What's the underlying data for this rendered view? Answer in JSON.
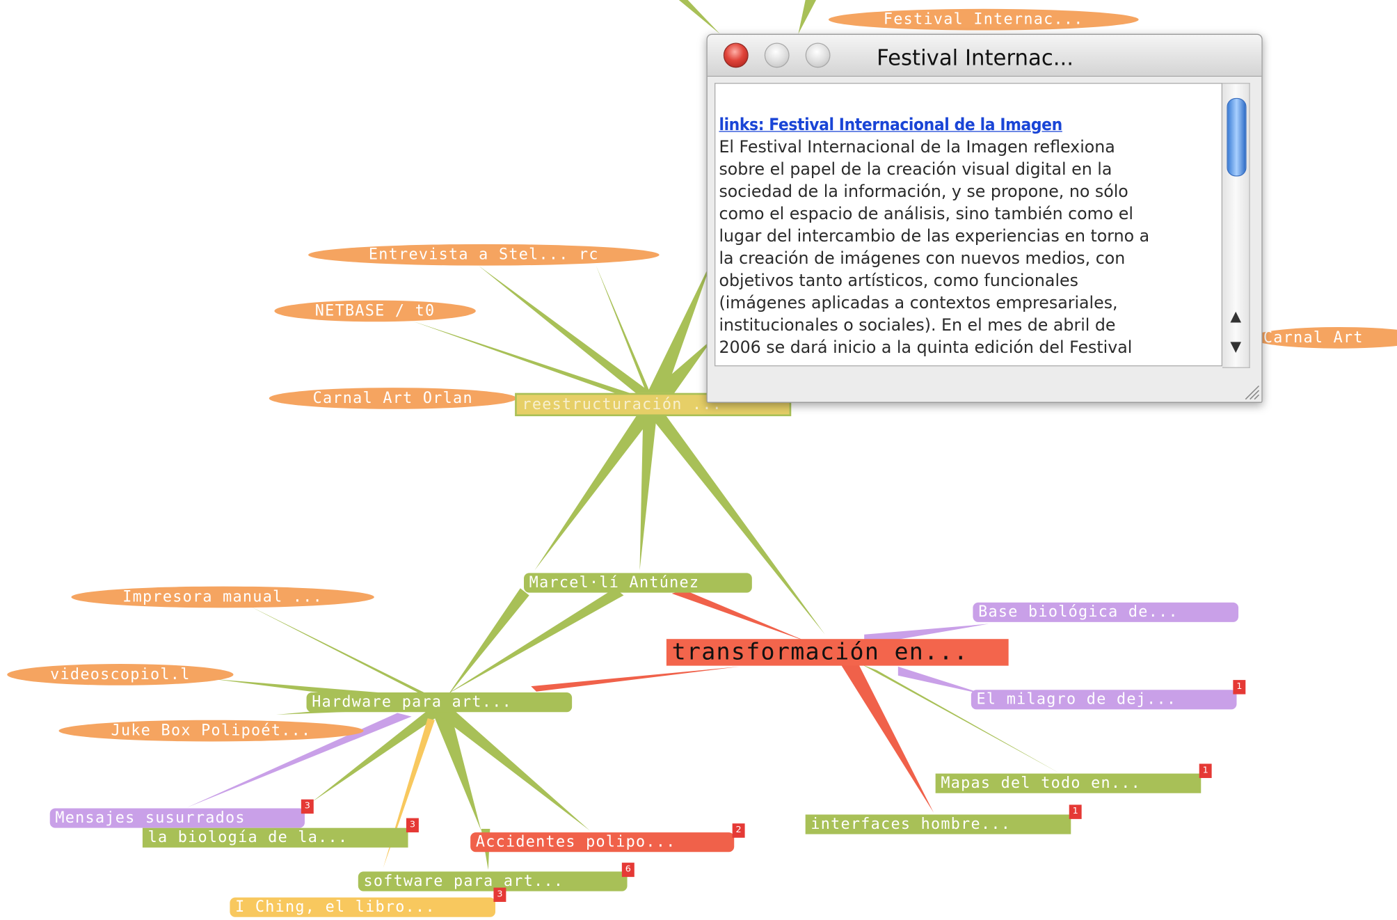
{
  "map": {
    "center_node": "transformación en...",
    "nodes": {
      "top_oval": "Festival Internac...",
      "entrevista": "Entrevista a Stel... rc",
      "netbase": "NETBASE / t0",
      "carnal_left": "Carnal Art Orlan",
      "carnal_right": "Carnal Art",
      "reestructuracion": "reestructuración ...",
      "marcel": "Marcel·lí Antúnez",
      "impresora": "Impresora manual ...",
      "videoscopiol": "videoscopiol.l",
      "juke": "Juke Box Polipoét...",
      "hardware": "Hardware para art...",
      "mensajes": "Mensajes susurrados",
      "biologia": "la biología de la...",
      "accidentes": "Accidentes polipo...",
      "software": "software para art...",
      "iching": "I Ching, el libro...",
      "base": "Base biológica de...",
      "milagro": "El milagro de dej...",
      "mapas": "Mapas del todo en...",
      "interfaces": "interfaces hombre..."
    },
    "badges": {
      "mensajes": "3",
      "biologia": "3",
      "accidentes": "2",
      "software": "6",
      "iching": "3",
      "milagro": "1",
      "mapas": "1",
      "interfaces": "1"
    },
    "colors": {
      "green_branch": "#a8c057",
      "red_branch": "#f0614a",
      "orange_leaf": "#f5a460",
      "purple_leaf": "#c9a0e8",
      "yellow_leaf": "#f8c85e"
    }
  },
  "popup": {
    "title": "Festival Internac...",
    "link_text": "links: Festival Internacional de la Imagen",
    "body_lines": [
      " El Festival Internacional de la Imagen reflexiona",
      "sobre el papel de la creación visual digital en la",
      "sociedad de la información, y se propone, no sólo",
      "como el espacio de análisis, sino también como el",
      "lugar del intercambio de las experiencias en torno a",
      "la creación de imágenes con nuevos medios, con",
      "objetivos tanto artísticos, como funcionales",
      "(imágenes aplicadas a contextos empresariales,",
      "institucionales o sociales). En el mes de abril de",
      "2006 se dará inicio a la quinta edición del Festival"
    ],
    "scroll_up": "▲",
    "scroll_down": "▼"
  }
}
